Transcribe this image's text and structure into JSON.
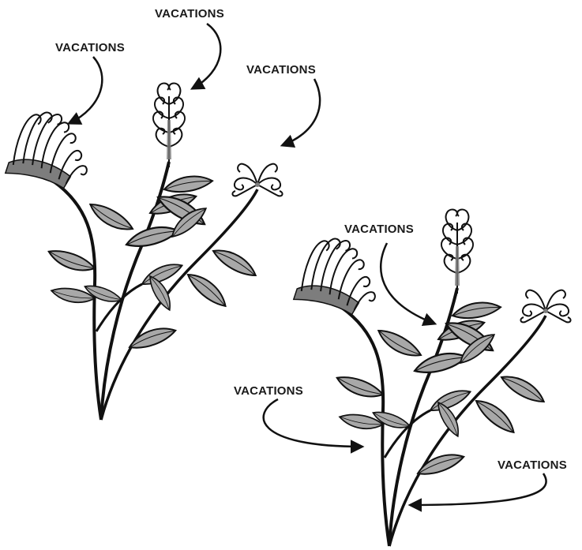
{
  "labels": {
    "top_center": "VACATIONS",
    "top_left": "VACATIONS",
    "top_right": "VACATIONS",
    "middle_right": "VACATIONS",
    "lower_left": "VACATIONS",
    "lower_right": "VACATIONS"
  },
  "colors": {
    "ink": "#111111",
    "leaf_fill": "#a8a8a8",
    "flower_shade": "#7d7d7d"
  }
}
